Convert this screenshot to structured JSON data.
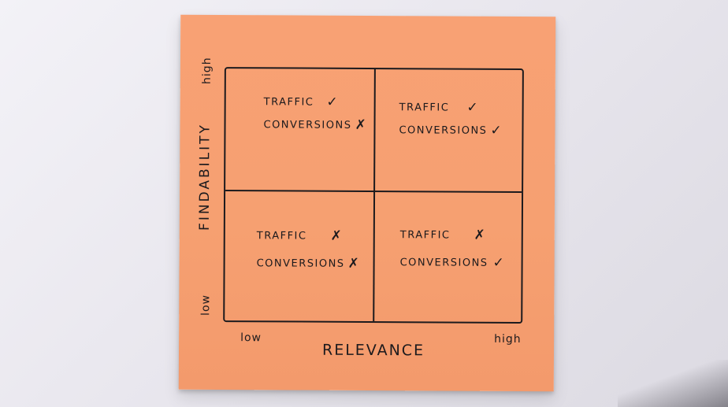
{
  "diagram": {
    "y_axis": {
      "label": "FINDABILITY",
      "high": "high",
      "low": "low"
    },
    "x_axis": {
      "label": "RELEVANCE",
      "high": "high",
      "low": "low"
    },
    "quadrants": [
      {
        "position": "top-left",
        "traffic_label": "TRAFFIC",
        "traffic_mark": "✓",
        "conversions_label": "CONVERSIONS",
        "conversions_mark": "✗"
      },
      {
        "position": "top-right",
        "traffic_label": "TRAFFIC",
        "traffic_mark": "✓",
        "conversions_label": "CONVERSIONS",
        "conversions_mark": "✓"
      },
      {
        "position": "bottom-left",
        "traffic_label": "TRAFFIC",
        "traffic_mark": "✗",
        "conversions_label": "CONVERSIONS",
        "conversions_mark": "✗"
      },
      {
        "position": "bottom-right",
        "traffic_label": "TRAFFIC",
        "traffic_mark": "✗",
        "conversions_label": "CONVERSIONS",
        "conversions_mark": "✓"
      }
    ]
  },
  "colors": {
    "note": "#f6a071",
    "ink": "#1c1a1d",
    "wall": "#ebe9ef"
  }
}
